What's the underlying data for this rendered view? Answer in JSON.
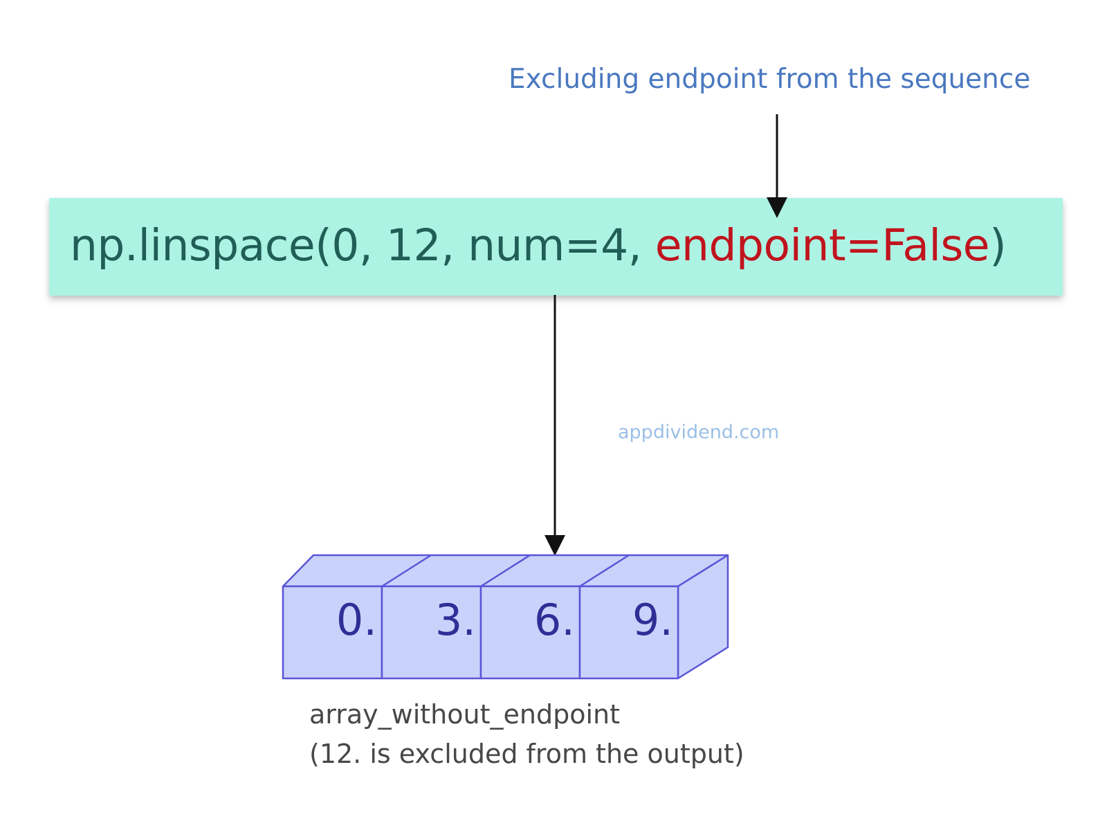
{
  "annotation": {
    "text": "Excluding endpoint from the sequence",
    "color": "#4a78c0"
  },
  "code": {
    "prefix": "np.linspace(0, 12, num=4, ",
    "highlight": "endpoint=False",
    "suffix": ")",
    "background": "#adf3e4",
    "text_color": "#215e57",
    "highlight_color": "#c0141d"
  },
  "watermark": "appdividend.com",
  "array": {
    "values": [
      "0.",
      "3.",
      "6.",
      "9."
    ],
    "fill_color": "#c9d2fb",
    "stroke_color": "#5a55d6"
  },
  "caption": {
    "line1": "array_without_endpoint",
    "line2": "(12. is excluded from the output)"
  }
}
